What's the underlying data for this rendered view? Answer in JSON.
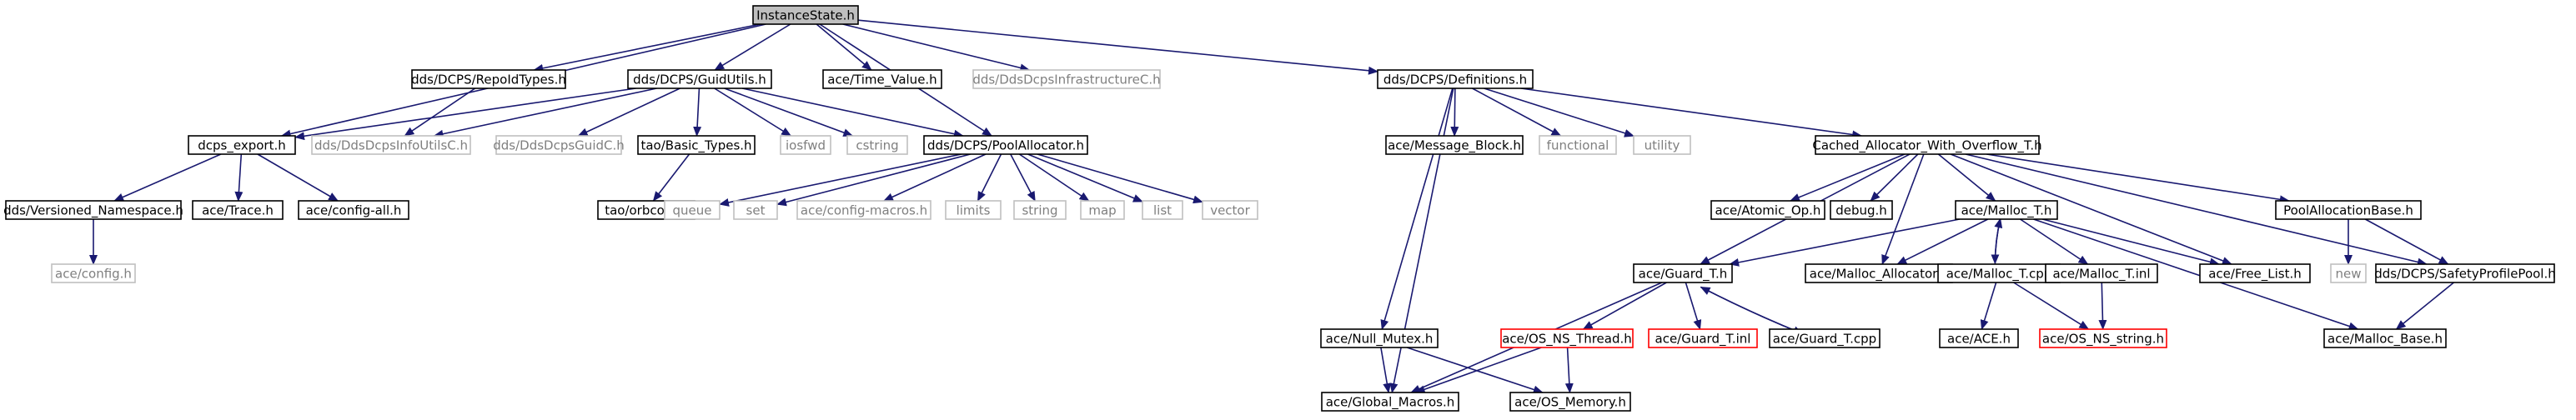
{
  "diagram": {
    "colors": {
      "edge": "#191970",
      "root_fill": "#bfbfbf",
      "normal_border": "#000000",
      "external_border": "#bfbfbf",
      "external_text": "#7f7f7f",
      "error_border": "#ff0000",
      "text": "#000000"
    },
    "nodes": [
      {
        "id": "root",
        "label": "InstanceState.h",
        "kind": "root"
      },
      {
        "id": "dcps_export",
        "label": "dcps_export.h",
        "kind": "normal"
      },
      {
        "id": "repoid",
        "label": "dds/DCPS/RepoIdTypes.h",
        "kind": "normal"
      },
      {
        "id": "guidutils",
        "label": "dds/DCPS/GuidUtils.h",
        "kind": "normal"
      },
      {
        "id": "timevalue",
        "label": "ace/Time_Value.h",
        "kind": "normal"
      },
      {
        "id": "infrac",
        "label": "dds/DdsDcpsInfrastructureC.h",
        "kind": "external"
      },
      {
        "id": "definitions",
        "label": "dds/DCPS/Definitions.h",
        "kind": "normal"
      },
      {
        "id": "versioned",
        "label": "dds/Versioned_Namespace.h",
        "kind": "normal"
      },
      {
        "id": "trace",
        "label": "ace/Trace.h",
        "kind": "normal"
      },
      {
        "id": "configall",
        "label": "ace/config-all.h",
        "kind": "normal"
      },
      {
        "id": "config",
        "label": "ace/config.h",
        "kind": "external"
      },
      {
        "id": "infoutils",
        "label": "dds/DdsDcpsInfoUtilsC.h",
        "kind": "external"
      },
      {
        "id": "guidc",
        "label": "dds/DdsDcpsGuidC.h",
        "kind": "external"
      },
      {
        "id": "basictypes",
        "label": "tao/Basic_Types.h",
        "kind": "normal"
      },
      {
        "id": "orbconf",
        "label": "tao/orbconf.h",
        "kind": "normal"
      },
      {
        "id": "iosfwd",
        "label": "iosfwd",
        "kind": "external"
      },
      {
        "id": "cstring",
        "label": "cstring",
        "kind": "external"
      },
      {
        "id": "poolalloc",
        "label": "dds/DCPS/PoolAllocator.h",
        "kind": "normal"
      },
      {
        "id": "queue",
        "label": "queue",
        "kind": "external"
      },
      {
        "id": "set",
        "label": "set",
        "kind": "external"
      },
      {
        "id": "configmacros",
        "label": "ace/config-macros.h",
        "kind": "external"
      },
      {
        "id": "limits",
        "label": "limits",
        "kind": "external"
      },
      {
        "id": "string",
        "label": "string",
        "kind": "external"
      },
      {
        "id": "map",
        "label": "map",
        "kind": "external"
      },
      {
        "id": "list",
        "label": "list",
        "kind": "external"
      },
      {
        "id": "vector",
        "label": "vector",
        "kind": "external"
      },
      {
        "id": "msgblock",
        "label": "ace/Message_Block.h",
        "kind": "normal"
      },
      {
        "id": "functional",
        "label": "functional",
        "kind": "external"
      },
      {
        "id": "utility",
        "label": "utility",
        "kind": "external"
      },
      {
        "id": "cached",
        "label": "Cached_Allocator_With_Overflow_T.h",
        "kind": "normal"
      },
      {
        "id": "atomicop",
        "label": "ace/Atomic_Op.h",
        "kind": "normal"
      },
      {
        "id": "debug",
        "label": "debug.h",
        "kind": "normal"
      },
      {
        "id": "malloct",
        "label": "ace/Malloc_T.h",
        "kind": "normal"
      },
      {
        "id": "poolallocbase",
        "label": "PoolAllocationBase.h",
        "kind": "normal"
      },
      {
        "id": "guardt",
        "label": "ace/Guard_T.h",
        "kind": "normal"
      },
      {
        "id": "mallocallocator",
        "label": "ace/Malloc_Allocator.h",
        "kind": "normal"
      },
      {
        "id": "malloctcpp",
        "label": "ace/Malloc_T.cpp",
        "kind": "normal"
      },
      {
        "id": "malloctinl",
        "label": "ace/Malloc_T.inl",
        "kind": "normal"
      },
      {
        "id": "freelist",
        "label": "ace/Free_List.h",
        "kind": "normal"
      },
      {
        "id": "new",
        "label": "new",
        "kind": "external"
      },
      {
        "id": "safetypool",
        "label": "dds/DCPS/SafetyProfilePool.h",
        "kind": "normal"
      },
      {
        "id": "nullmutex",
        "label": "ace/Null_Mutex.h",
        "kind": "normal"
      },
      {
        "id": "osnsthread",
        "label": "ace/OS_NS_Thread.h",
        "kind": "error"
      },
      {
        "id": "guardtinl",
        "label": "ace/Guard_T.inl",
        "kind": "error"
      },
      {
        "id": "guardtcpp",
        "label": "ace/Guard_T.cpp",
        "kind": "normal"
      },
      {
        "id": "ace",
        "label": "ace/ACE.h",
        "kind": "normal"
      },
      {
        "id": "osnsstring",
        "label": "ace/OS_NS_string.h",
        "kind": "error"
      },
      {
        "id": "mallocbase",
        "label": "ace/Malloc_Base.h",
        "kind": "normal"
      },
      {
        "id": "globalmacros",
        "label": "ace/Global_Macros.h",
        "kind": "normal"
      },
      {
        "id": "osmemory",
        "label": "ace/OS_Memory.h",
        "kind": "normal"
      }
    ],
    "edges": [
      [
        "root",
        "dcps_export"
      ],
      [
        "root",
        "repoid"
      ],
      [
        "root",
        "guidutils"
      ],
      [
        "root",
        "timevalue"
      ],
      [
        "root",
        "infrac"
      ],
      [
        "root",
        "definitions"
      ],
      [
        "root",
        "poolalloc"
      ],
      [
        "dcps_export",
        "versioned"
      ],
      [
        "dcps_export",
        "trace"
      ],
      [
        "dcps_export",
        "configall"
      ],
      [
        "versioned",
        "config"
      ],
      [
        "repoid",
        "infoutils"
      ],
      [
        "guidutils",
        "dcps_export"
      ],
      [
        "guidutils",
        "infoutils"
      ],
      [
        "guidutils",
        "guidc"
      ],
      [
        "guidutils",
        "basictypes"
      ],
      [
        "guidutils",
        "iosfwd"
      ],
      [
        "guidutils",
        "cstring"
      ],
      [
        "guidutils",
        "poolalloc"
      ],
      [
        "basictypes",
        "orbconf"
      ],
      [
        "poolalloc",
        "queue"
      ],
      [
        "poolalloc",
        "set"
      ],
      [
        "poolalloc",
        "configmacros"
      ],
      [
        "poolalloc",
        "limits"
      ],
      [
        "poolalloc",
        "string"
      ],
      [
        "poolalloc",
        "map"
      ],
      [
        "poolalloc",
        "list"
      ],
      [
        "poolalloc",
        "vector"
      ],
      [
        "definitions",
        "globalmacros"
      ],
      [
        "definitions",
        "nullmutex"
      ],
      [
        "definitions",
        "msgblock"
      ],
      [
        "definitions",
        "functional"
      ],
      [
        "definitions",
        "utility"
      ],
      [
        "definitions",
        "cached"
      ],
      [
        "cached",
        "guardt"
      ],
      [
        "cached",
        "atomicop"
      ],
      [
        "cached",
        "debug"
      ],
      [
        "cached",
        "malloct"
      ],
      [
        "cached",
        "mallocallocator"
      ],
      [
        "cached",
        "freelist"
      ],
      [
        "cached",
        "poolallocbase"
      ],
      [
        "cached",
        "safetypool"
      ],
      [
        "malloct",
        "guardt"
      ],
      [
        "malloct",
        "mallocallocator"
      ],
      [
        "malloct",
        "malloctcpp"
      ],
      [
        "malloct",
        "malloctinl"
      ],
      [
        "malloct",
        "freelist"
      ],
      [
        "malloct",
        "mallocbase"
      ],
      [
        "malloctcpp",
        "malloct"
      ],
      [
        "malloctcpp",
        "ace"
      ],
      [
        "malloctcpp",
        "osnsstring"
      ],
      [
        "malloctinl",
        "osnsstring"
      ],
      [
        "poolallocbase",
        "new"
      ],
      [
        "poolallocbase",
        "safetypool"
      ],
      [
        "safetypool",
        "mallocbase"
      ],
      [
        "guardt",
        "globalmacros"
      ],
      [
        "guardt",
        "osnsthread"
      ],
      [
        "guardt",
        "guardtinl"
      ],
      [
        "guardt",
        "guardtcpp"
      ],
      [
        "guardtcpp",
        "guardt"
      ],
      [
        "nullmutex",
        "globalmacros"
      ],
      [
        "nullmutex",
        "osmemory"
      ],
      [
        "osnsthread",
        "globalmacros"
      ],
      [
        "osnsthread",
        "osmemory"
      ]
    ]
  }
}
